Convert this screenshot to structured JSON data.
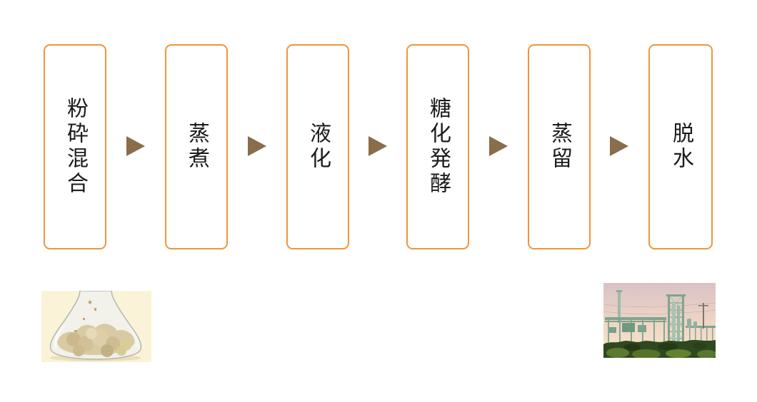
{
  "flow": {
    "steps": [
      {
        "id": "milling-mixing",
        "label": "粉砕混合"
      },
      {
        "id": "cooking",
        "label": "蒸煮"
      },
      {
        "id": "liquefaction",
        "label": "液化"
      },
      {
        "id": "saccharification-fermentation",
        "label": "糖化発酵"
      },
      {
        "id": "distillation",
        "label": "蒸留"
      },
      {
        "id": "dehydration",
        "label": "脱水"
      }
    ],
    "colors": {
      "page_background": "#FFFFFF",
      "box_border": "#F0953C",
      "box_fill": "#FFFFFF",
      "label_text": "#1C1C1C",
      "arrow": "#8A6D4A"
    }
  },
  "photos": {
    "flask": {
      "name": "raw-material-flask-photo",
      "background": "#FBF3D7",
      "mash_color": "#D8CAA2",
      "glass_color": "#F1F1EC"
    },
    "plant": {
      "name": "ethanol-plant-photo",
      "sky_top": "#D8C2C6",
      "sky_bottom": "#F7E7CE",
      "structure": "#7EA491",
      "vegetation": "#2F481F"
    }
  }
}
